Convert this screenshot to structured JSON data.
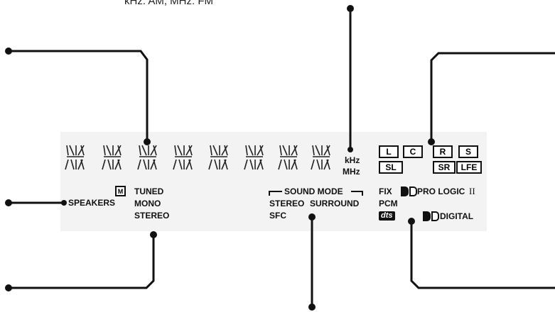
{
  "top_note": "kHz: AM, MHz: FM",
  "characters": [
    "/\\|/",
    "/\\|/",
    "/\\|/",
    "/\\|/",
    "/\\|/",
    "/\\|/",
    "/\\|/",
    "/\\|/"
  ],
  "units": {
    "khz": "kHz",
    "mhz": "MHz"
  },
  "indicators": {
    "speakers": "SPEAKERS",
    "memory": "M",
    "tuned": "TUNED",
    "mono": "MONO",
    "stereo": "STEREO",
    "sound_mode": "SOUND MODE",
    "stereo_mode": "STEREO",
    "surround": "SURROUND",
    "sfc": "SFC",
    "fix": "FIX",
    "pro_logic": "PRO LOGIC",
    "pro_logic_suffix": "II",
    "pcm": "PCM",
    "dts": "dts",
    "digital": "DIGITAL"
  },
  "channels": {
    "top": [
      "L",
      "C",
      "R",
      "S"
    ],
    "bottom": [
      "SL",
      "SR",
      "LFE"
    ]
  },
  "colors": {
    "ink": "#111111",
    "background": "#ffffff",
    "lcd_texture": "#d8d8d8"
  }
}
